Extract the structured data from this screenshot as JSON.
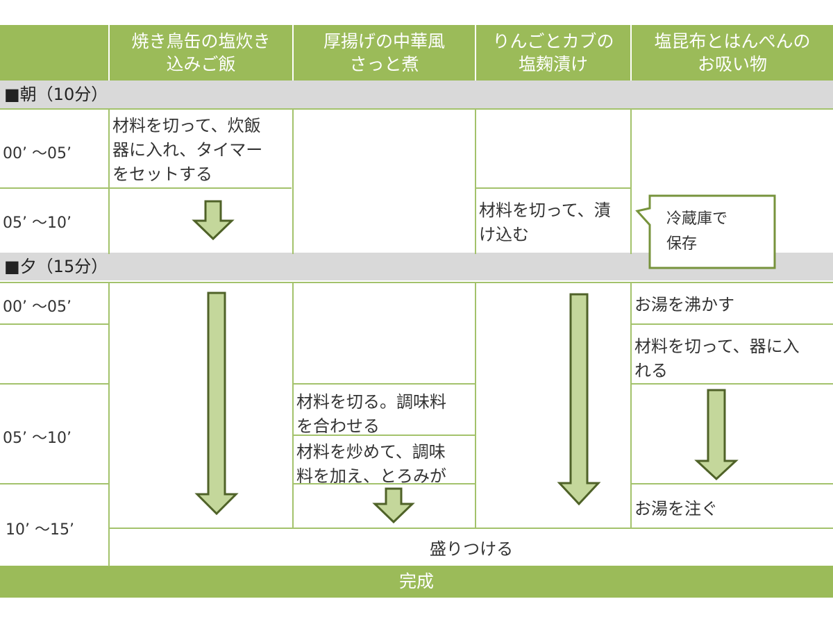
{
  "header": {
    "cols": [
      {
        "line1": "焼き鳥缶の塩炊き",
        "line2": "込みご飯"
      },
      {
        "line1": "厚揚げの中華風",
        "line2": "さっと煮"
      },
      {
        "line1": "りんごとカブの",
        "line2": "塩麹漬け"
      },
      {
        "line1": "塩昆布とはんぺんの",
        "line2": "お吸い物"
      }
    ]
  },
  "morning": {
    "title": "■朝（10分）",
    "times": [
      "00’ ～05’",
      "05’ ～10’"
    ],
    "cells": {
      "rice_step1": [
        "材料を切って、炊飯",
        "器に入れ、タイマー",
        "をセットする"
      ],
      "apple_step1": [
        "材料を切って、漬",
        "け込む"
      ],
      "callout": [
        "冷蔵庫で",
        "保存"
      ]
    }
  },
  "evening": {
    "title": "■夕（15分）",
    "times": [
      "00’ ～05’",
      "05’ ～10’",
      "10’ ～15’"
    ],
    "cells": {
      "soup_boil": "お湯を沸かす",
      "soup_cut": [
        "材料を切って、器に入",
        "れる"
      ],
      "tofu_cut": [
        "材料を切る。調味料",
        "を合わせる"
      ],
      "tofu_fry": [
        "材料を炒めて、調味",
        "料を加え、とろみが"
      ],
      "soup_pour": "お湯を注ぐ",
      "serve": "盛りつける"
    }
  },
  "footer": "完成",
  "colors": {
    "header_green": "#9bbb59",
    "section_gray": "#d9d9d9",
    "arrow_fill": "#c4d79b",
    "arrow_stroke": "#4f6228",
    "grid_line": "#a3c26b"
  },
  "icons": [
    "down-arrow-icon",
    "callout-box"
  ]
}
